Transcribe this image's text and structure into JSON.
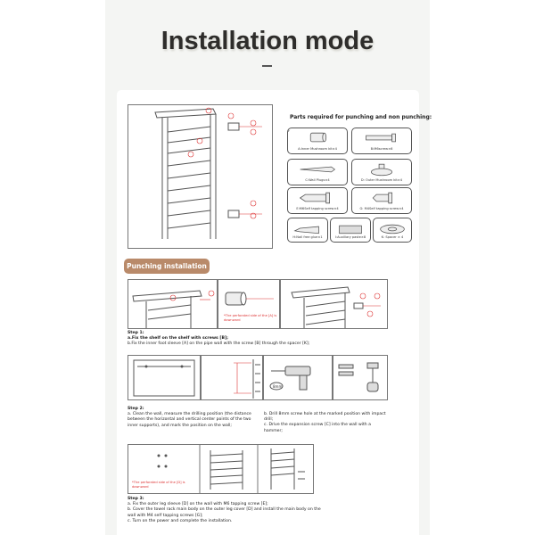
{
  "title": "Installation mode",
  "parts": {
    "heading": "Parts required for punching and non punching:",
    "items": [
      {
        "label": "A:Inner Mushroom kit×4",
        "icon": "sleeve-icon"
      },
      {
        "label": "B:M6screw×6",
        "icon": "screw-icon"
      },
      {
        "label": "C:Wall Plugs×4",
        "icon": "wall-plug-icon"
      },
      {
        "label": "D: Outer Mushroom kit×4",
        "icon": "mushroom-kit-icon"
      },
      {
        "label": "E:M6Self tapping screw×4",
        "icon": "tapping-screw-icon"
      },
      {
        "label": "G: M4Self tapping screw×4",
        "icon": "tapping-screw-small-icon"
      },
      {
        "label": "H:Nail free glue×1",
        "icon": "glue-tube-icon"
      },
      {
        "label": "I:Auxiliary paste×8",
        "icon": "paste-icon"
      },
      {
        "label": "K: Spacer × 4",
        "icon": "spacer-icon"
      }
    ]
  },
  "section": "Punching installation",
  "step1": {
    "title": "Step 1:",
    "note": "*The perforated side of the [A] is downward",
    "a": "a.Fix the shelf on the shelf with screws [B];",
    "b": "b.Fix the inner foot sleeve [A] on the pipe wall with the screw [B] through the spacer [K];"
  },
  "step2": {
    "title": "Step 2:",
    "a": "a. Clean the wall, measure the drilling position (the distance between the horizontal and vertical center points of the two inner supports), and mark the position on the wall;",
    "b": "b. Drill 8mm screw hole at the marked position with impact drill;",
    "c": "c. Drive the expansion screw [C] into the wall with a hammer;",
    "drill_label": "8mm"
  },
  "step3": {
    "title": "Step 3:",
    "note": "*The perforated side of the [D] is downward",
    "a": "a. Fix the outer leg sleeve [D] on the wall with M6 tapping screw [E];",
    "b": "b. Cover the towel rack main body on the outer leg cover [D] and install the main body on the wall with M4 self tapping screws [G];",
    "c": "c. Turn on the power and complete the installation."
  },
  "colors": {
    "accent": "#b98a6a",
    "annotation": "#d33333",
    "panel": "#f4f5f3"
  }
}
